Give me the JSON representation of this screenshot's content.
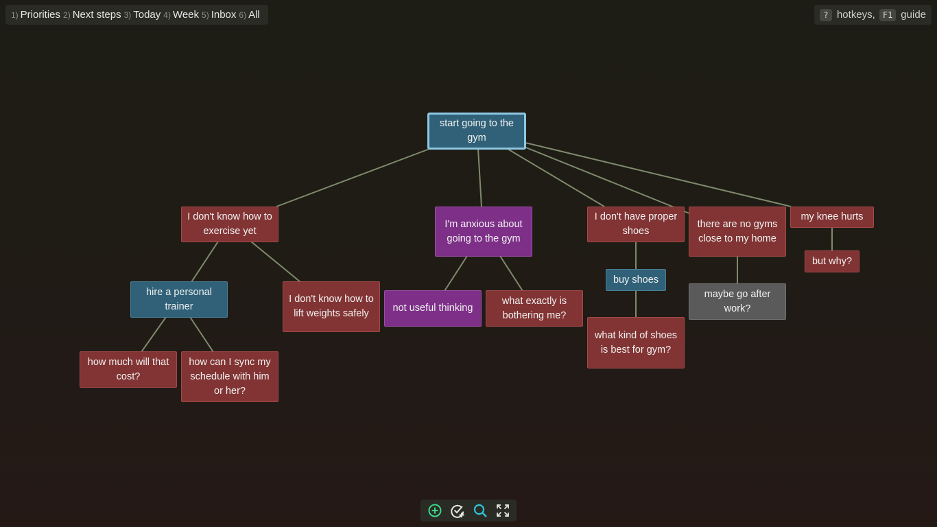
{
  "nav": {
    "tabs": [
      {
        "num": "1)",
        "label": "Priorities"
      },
      {
        "num": "2)",
        "label": "Next steps"
      },
      {
        "num": "3)",
        "label": "Today"
      },
      {
        "num": "4)",
        "label": "Week"
      },
      {
        "num": "5)",
        "label": "Inbox"
      },
      {
        "num": "6)",
        "label": "All"
      }
    ]
  },
  "help": {
    "hotkeys_key": "?",
    "hotkeys_label": "hotkeys,",
    "guide_key": "F1",
    "guide_label": "guide"
  },
  "nodes": {
    "root": "start going to the gym",
    "exercise": "I don't know how to exercise yet",
    "anxious": "I'm anxious about going to the gym",
    "shoes": "I don't have proper shoes",
    "nogyms": "there are no gyms close to my home",
    "knee": "my knee hurts",
    "trainer": "hire a personal trainer",
    "lift": "I don't know how to lift weights safely",
    "notuseful": "not useful thinking",
    "bothering": "what exactly is bothering me?",
    "buyshoes": "buy shoes",
    "afterwork": "maybe go after work?",
    "why": "but why?",
    "cost": "how much will that cost?",
    "sync": "how can I sync my schedule with him or her?",
    "shoekind": "what kind of shoes is best for gym?"
  },
  "colors": {
    "task_red": "#823434",
    "action_blue": "#306178",
    "emotion_purple": "#7e3088",
    "neutral_gray": "#5a5a5a",
    "root_border": "#8fc7e3",
    "edge": "#7e8a6c",
    "toolbar_green": "#3dd68c",
    "toolbar_cyan": "#30c6e0"
  },
  "toolbar": {
    "icons": [
      "add-circle-icon",
      "check-add-icon",
      "search-icon",
      "fullscreen-icon"
    ]
  }
}
